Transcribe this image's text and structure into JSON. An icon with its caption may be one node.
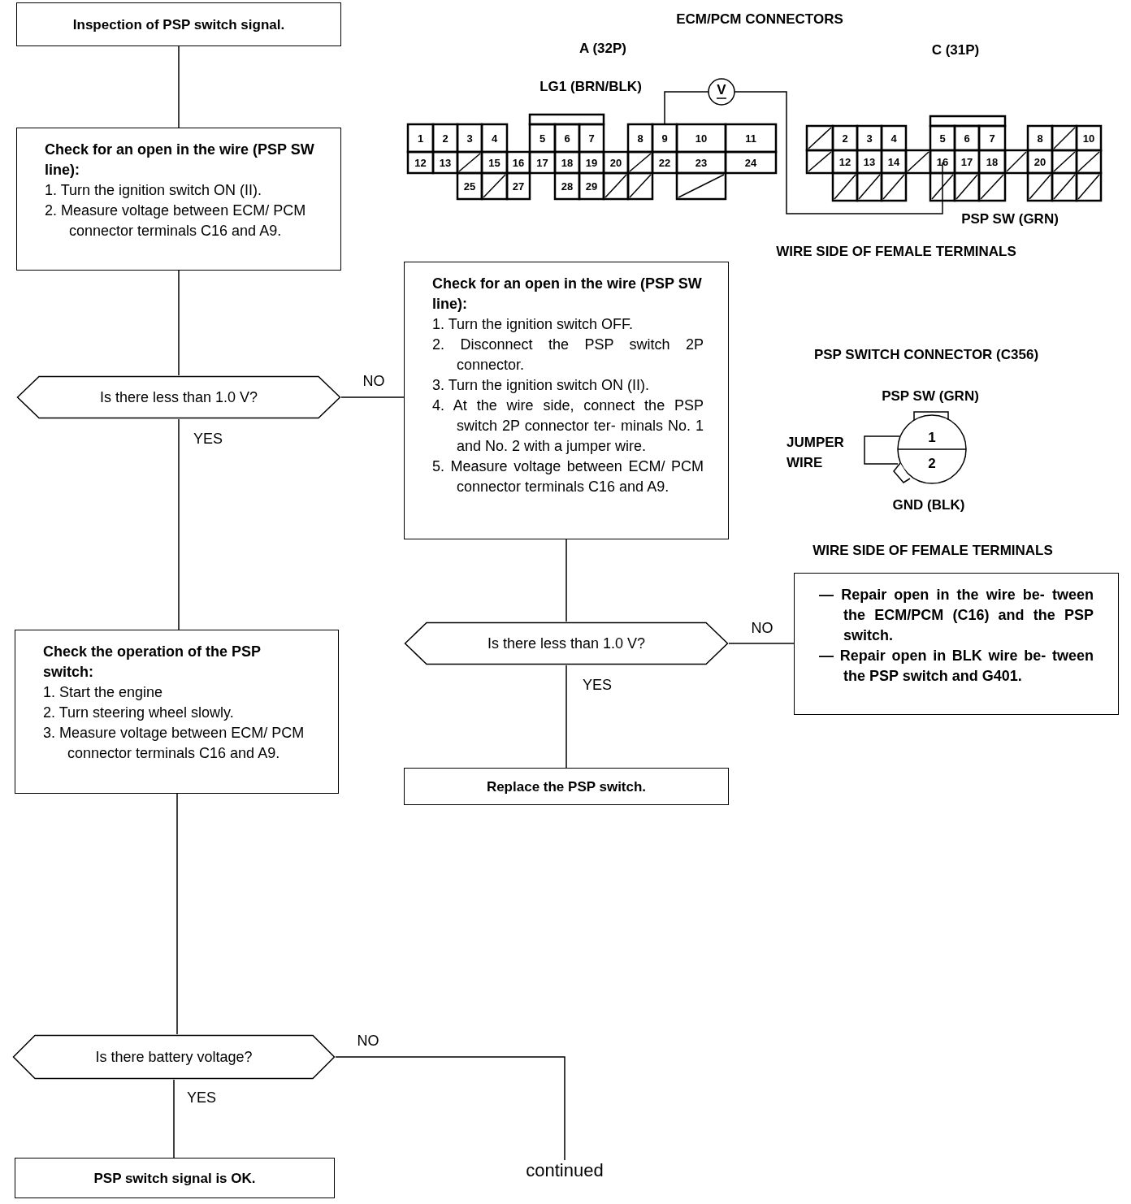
{
  "diagram": {
    "nodes": [
      {
        "text": [
          "Inspection of PSP switch signal."
        ]
      },
      {
        "text": [
          "Check for an open in the wire (PSP SW line):",
          "1. Turn the ignition switch ON (II).",
          "2. Measure voltage between ECM/ PCM connector terminals C16 and A9."
        ]
      },
      {
        "text": [
          "Is there less than 1.0 V?"
        ]
      },
      {
        "text": [
          "Check for an open in the wire (PSP SW line):",
          "1. Turn the ignition switch OFF.",
          "2. Disconnect the PSP switch 2P connector.",
          "3. Turn the ignition switch ON (II).",
          "4. At the wire side, connect the PSP switch 2P connector ter- minals No. 1 and No. 2 with a jumper wire.",
          "5. Measure voltage between ECM/ PCM connector terminals C16 and A9."
        ]
      },
      {
        "text": [
          "Is there less than 1.0 V?"
        ]
      },
      {
        "text": [
          "— Repair open in the wire be- tween the ECM/PCM (C16) and the PSP switch.",
          "— Repair open in BLK wire be- tween the PSP switch and G401."
        ]
      },
      {
        "text": [
          "Replace the PSP switch."
        ]
      },
      {
        "text": [
          "Check the operation of the PSP switch:",
          "1. Start the engine",
          "2. Turn steering wheel slowly.",
          "3. Measure voltage between ECM/ PCM connector terminals C16 and A9."
        ]
      },
      {
        "text": [
          "Is there battery voltage?"
        ]
      },
      {
        "text": [
          "PSP switch signal is OK."
        ]
      },
      {
        "text": [
          "continued"
        ]
      }
    ],
    "edges": [
      {
        "from": 0,
        "to": 1,
        "arrow": "none"
      },
      {
        "from": 1,
        "to": 2,
        "arrow": "none"
      },
      {
        "from": 2,
        "to": 3,
        "arrow": "none",
        "label": "NO"
      },
      {
        "from": 2,
        "to": 7,
        "arrow": "none",
        "label": "YES"
      },
      {
        "from": 3,
        "to": 4,
        "arrow": "none"
      },
      {
        "from": 4,
        "to": 5,
        "arrow": "none",
        "label": "NO"
      },
      {
        "from": 4,
        "to": 6,
        "arrow": "none",
        "label": "YES"
      },
      {
        "from": 7,
        "to": 8,
        "arrow": "none"
      },
      {
        "from": 8,
        "to": 9,
        "arrow": "none",
        "label": "YES"
      },
      {
        "from": 8,
        "to": 10,
        "arrow": "none",
        "label": "NO"
      }
    ],
    "labels": [
      "ECM/PCM CONNECTORS",
      "A (32P)",
      "C (31P)",
      "LG1 (BRN/BLK)",
      "V",
      "1",
      "2",
      "3",
      "4",
      "5",
      "6",
      "7",
      "8",
      "9",
      "10",
      "11",
      "12",
      "13",
      "15",
      "16",
      "17",
      "18",
      "19",
      "20",
      "22",
      "23",
      "24",
      "25",
      "27",
      "28",
      "29",
      "2",
      "3",
      "4",
      "5",
      "6",
      "7",
      "8",
      "10",
      "12",
      "13",
      "14",
      "16",
      "17",
      "18",
      "20",
      "PSP SW (GRN)",
      "WIRE SIDE OF FEMALE TERMINALS",
      "PSP SWITCH CONNECTOR (C356)",
      "PSP SW (GRN)",
      "JUMPER WIRE",
      "1",
      "2",
      "GND (BLK)",
      "WIRE SIDE OF FEMALE TERMINALS"
    ]
  }
}
